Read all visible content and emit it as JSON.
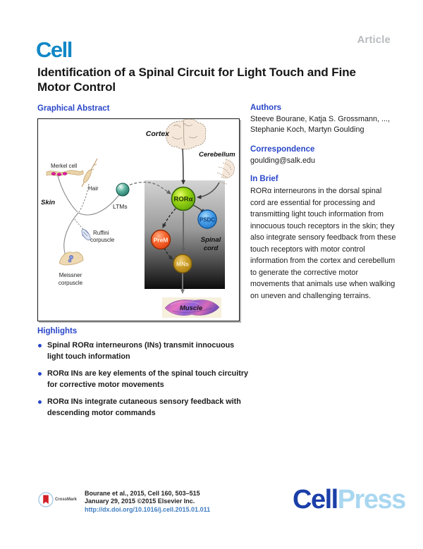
{
  "header": {
    "article_label": "Article",
    "journal_logo": "Cell",
    "title": "Identification of a Spinal Circuit for Light Touch and Fine Motor Control"
  },
  "graphical_abstract": {
    "heading": "Graphical Abstract",
    "labels": {
      "cortex": "Cortex",
      "cerebellum": "Cerebellum",
      "merkel_cell": "Merkel cell",
      "hair": "Hair",
      "skin": "Skin",
      "ltms": "LTMs",
      "ruffini_line1": "Ruffini",
      "ruffini_line2": "corpuscle",
      "meissner_line1": "Meissner",
      "meissner_line2": "corpuscle",
      "spinal_line1": "Spinal",
      "spinal_line2": "cord",
      "muscle": "Muscle"
    },
    "nodes": {
      "rora": {
        "label": "RORα",
        "color": "#7cc410"
      },
      "psdc": {
        "label": "PSDC",
        "color": "#2f8fe0"
      },
      "prem": {
        "label": "PreM",
        "color": "#f04f1c"
      },
      "mns": {
        "label": "MNs",
        "color": "#c2921a"
      }
    }
  },
  "sidebar": {
    "authors": {
      "heading": "Authors",
      "names": "Steeve Bourane, Katja S. Grossmann, ..., Stephanie Koch, Martyn Goulding"
    },
    "correspondence": {
      "heading": "Correspondence",
      "email": "goulding@salk.edu"
    },
    "in_brief": {
      "heading": "In Brief",
      "text": "RORα interneurons in the dorsal spinal cord are essential for processing and transmitting light touch information from innocuous touch receptors in the skin; they also integrate sensory feedback from these touch receptors with motor control information from the cortex and cerebellum to generate the corrective motor movements that animals use when walking on uneven and challenging terrains."
    }
  },
  "highlights": {
    "heading": "Highlights",
    "items": [
      "Spinal RORα interneurons (INs) transmit innocuous light touch information",
      "RORα INs are key elements of the spinal touch circuitry for corrective motor movements",
      "RORα INs integrate cutaneous sensory feedback with descending motor commands"
    ]
  },
  "footer": {
    "crossmark_label": "CrossMark",
    "citation_line1": "Bourane et al., 2015, Cell 160, 503–515",
    "citation_line2": "January 29, 2015 ©2015 Elsevier Inc.",
    "doi": "http://dx.doi.org/10.1016/j.cell.2015.01.011",
    "publisher": {
      "cell": "Cell",
      "press": "Press"
    }
  },
  "colors": {
    "heading_blue": "#2946c8",
    "cell_logo_blue": "#1187c6",
    "cellpress_dark": "#1b3fa8",
    "cellpress_light": "#a9d7f0",
    "doi_link": "#3f7cc0",
    "article_gray": "#b7bbbd"
  }
}
